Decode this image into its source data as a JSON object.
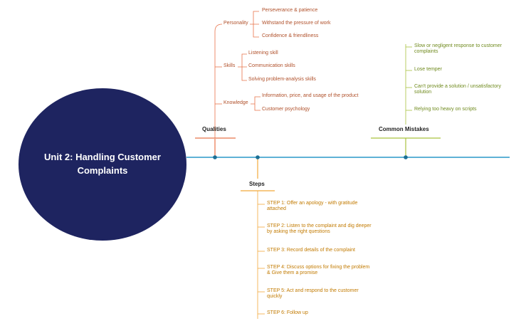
{
  "title": "Unit 2: Handling Customer Complaints",
  "colors": {
    "root": "#1e2460",
    "spine": "#2899c8",
    "qualities": "#e8734a",
    "steps": "#f2a93b",
    "mistakes": "#a9c23f"
  },
  "qualities": {
    "label": "Qualities",
    "groups": [
      {
        "label": "Personality",
        "items": [
          "Perseverance & patience",
          "Withstand the pressure of work",
          "Confidence & friendliness"
        ]
      },
      {
        "label": "Skills",
        "items": [
          "Listening skill",
          "Communication skills",
          "Solving problem-analysis skills"
        ]
      },
      {
        "label": "Knowledge",
        "items": [
          "Information, price, and usage of the product",
          "Customer psychology"
        ]
      }
    ]
  },
  "steps": {
    "label": "Steps",
    "items": [
      "STEP 1: Offer an apology - with gratitude attached",
      "STEP 2: Listen to the complaint and dig deeper by asking the right questions",
      "STEP 3: Record details of the complaint",
      "STEP 4: Discuss options for fixing the problem & Give them a promise",
      "STEP 5: Act and respond to the customer quickly",
      "STEP 6: Follow up"
    ]
  },
  "mistakes": {
    "label": "Common Mistakes",
    "items": [
      "Slow or negligent response to customer complaints",
      "Lose temper",
      "Can't provide a solution / unsatisfactory solution",
      "Relying too heavy on scripts"
    ]
  }
}
